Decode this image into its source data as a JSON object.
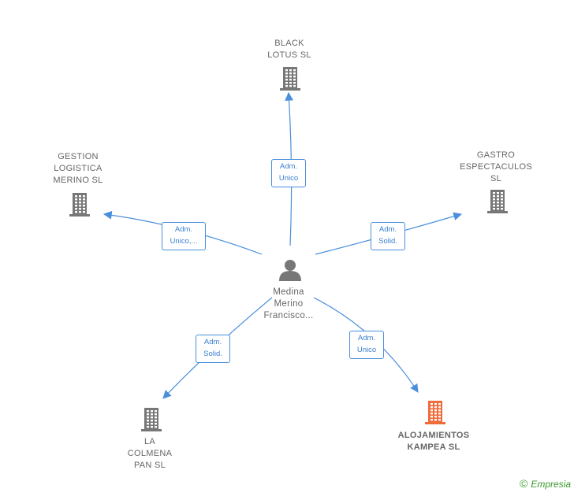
{
  "colors": {
    "edge": "#4a8fdc",
    "company": "#777777",
    "focus_company": "#f06a3a",
    "person": "#777777",
    "brand": "#4aa13a"
  },
  "center": {
    "label_lines": [
      "Medina",
      "Merino",
      "Francisco..."
    ],
    "icon": "person-icon"
  },
  "nodes": [
    {
      "id": "black-lotus",
      "label_lines": [
        "BLACK",
        "LOTUS  SL"
      ],
      "icon": "building-icon",
      "focus": false
    },
    {
      "id": "gastro",
      "label_lines": [
        "GASTRO",
        "ESPECTACULOS",
        "SL"
      ],
      "icon": "building-icon",
      "focus": false
    },
    {
      "id": "gestion",
      "label_lines": [
        "GESTION",
        "LOGISTICA",
        "MERINO  SL"
      ],
      "icon": "building-icon",
      "focus": false
    },
    {
      "id": "alojamientos",
      "label_lines": [
        "ALOJAMIENTOS",
        "KAMPEA  SL"
      ],
      "icon": "building-icon",
      "focus": true
    },
    {
      "id": "colmena",
      "label_lines": [
        "LA",
        "COLMENA",
        "PAN  SL"
      ],
      "icon": "building-icon",
      "focus": false
    }
  ],
  "edges": [
    {
      "to": "black-lotus",
      "label_lines": [
        "Adm.",
        "Unico"
      ]
    },
    {
      "to": "gastro",
      "label_lines": [
        "Adm.",
        "Solid."
      ]
    },
    {
      "to": "gestion",
      "label_lines": [
        "Adm.",
        "Unico,..."
      ]
    },
    {
      "to": "alojamientos",
      "label_lines": [
        "Adm.",
        "Unico"
      ]
    },
    {
      "to": "colmena",
      "label_lines": [
        "Adm.",
        "Solid."
      ]
    }
  ],
  "watermark": {
    "symbol": "©",
    "brand": "Empresia"
  }
}
